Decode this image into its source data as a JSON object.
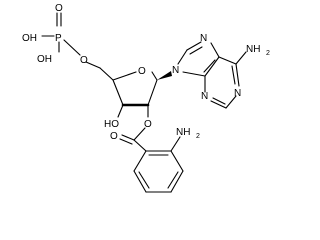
{
  "molecule": {
    "atom_labels": {
      "p": "P",
      "p_oxo": "O",
      "p_oh_left": "OH",
      "p_oh_bottom": "OH",
      "ester_o": "O",
      "ring_o": "O",
      "n9": "N",
      "n7": "N",
      "n1": "N",
      "n3": "N",
      "amine_6_n": "NH",
      "amine_6_sub": "2",
      "ho3": "HO",
      "o2": "O",
      "carbonyl_o": "O",
      "aniline_n": "NH",
      "aniline_sub": "2"
    }
  }
}
